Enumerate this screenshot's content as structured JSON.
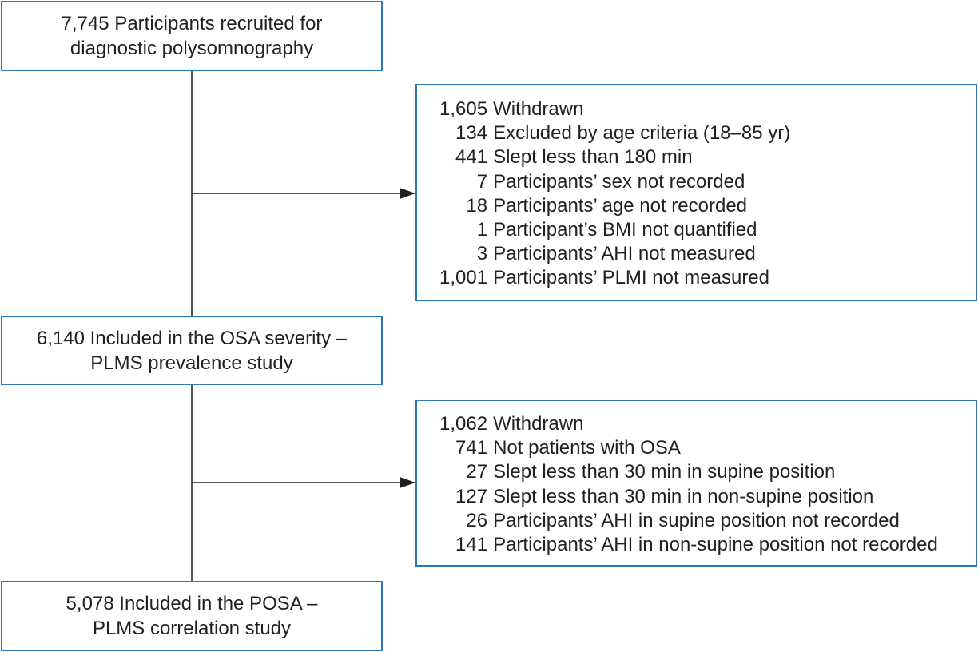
{
  "boxes": {
    "recruited": {
      "line1": "7,745 Participants recruited for",
      "line2": "diagnostic polysomnography"
    },
    "included1": {
      "line1": "6,140 Included in the OSA severity –",
      "line2": "PLMS prevalence study"
    },
    "included2": {
      "line1": "5,078 Included in the POSA –",
      "line2": "PLMS correlation study"
    }
  },
  "exclusions1": {
    "count": "1,605",
    "label": "Withdrawn",
    "items": [
      {
        "count": "134",
        "text": "Excluded by age criteria (18–85 yr)"
      },
      {
        "count": "441",
        "text": "Slept less than 180 min"
      },
      {
        "count": "7",
        "text": "Participants’ sex not recorded"
      },
      {
        "count": "18",
        "text": "Participants’ age not recorded"
      },
      {
        "count": "1",
        "text": "Participant’s BMI not quantified"
      },
      {
        "count": "3",
        "text": "Participants’ AHI not measured"
      },
      {
        "count": "1,001",
        "text": "Participants’ PLMI not measured"
      }
    ]
  },
  "exclusions2": {
    "count": "1,062",
    "label": "Withdrawn",
    "items": [
      {
        "count": "741",
        "text": "Not patients with OSA"
      },
      {
        "count": "27",
        "text": "Slept less than 30 min in supine position"
      },
      {
        "count": "127",
        "text": "Slept less than 30 min in non-supine position"
      },
      {
        "count": "26",
        "text": "Participants’ AHI in supine position not recorded"
      },
      {
        "count": "141",
        "text": "Participants’ AHI in non-supine position not recorded"
      }
    ]
  },
  "colors": {
    "box_border": "#2b78b6",
    "line": "#231f20",
    "text": "#231f20"
  }
}
